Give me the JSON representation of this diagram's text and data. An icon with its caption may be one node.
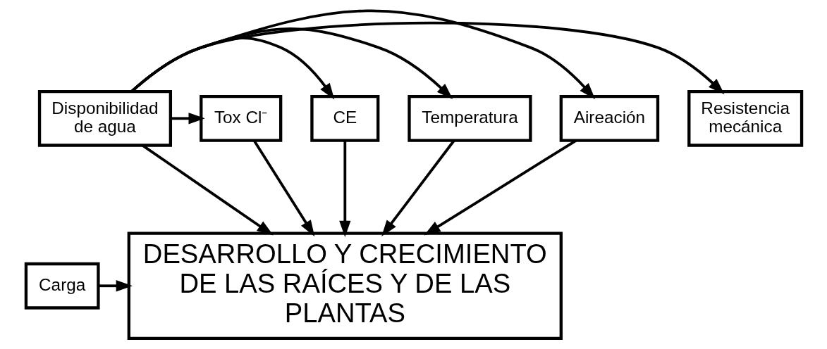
{
  "diagram": {
    "nodes": [
      {
        "text": [
          "Disponibilidad de agua"
        ]
      },
      {
        "text": [
          "Resistencia mecánica"
        ]
      },
      {
        "text": [
          "Aireación"
        ]
      },
      {
        "text": [
          "Temperatura"
        ]
      },
      {
        "text": [
          "CE"
        ]
      },
      {
        "text": [
          "Tox Cl⁻"
        ]
      },
      {
        "text": [
          "DESARROLLO Y CRECIMIENTO DE LAS RAÍCES Y DE LAS PLANTAS"
        ]
      },
      {
        "text": [
          "Carga"
        ]
      }
    ],
    "edges": [
      {
        "from": 0,
        "to": 6,
        "arrow": "to"
      },
      {
        "from": 2,
        "to": 6,
        "arrow": "to"
      },
      {
        "from": 3,
        "to": 6,
        "arrow": "to"
      },
      {
        "from": 4,
        "to": 6,
        "arrow": "to"
      },
      {
        "from": 5,
        "to": 6,
        "arrow": "to"
      },
      {
        "from": 0,
        "to": 1,
        "arrow": "to"
      },
      {
        "from": 0,
        "to": 2,
        "arrow": "to"
      },
      {
        "from": 0,
        "to": 3,
        "arrow": "to"
      },
      {
        "from": 0,
        "to": 4,
        "arrow": "to"
      },
      {
        "from": 0,
        "to": 5,
        "arrow": "to"
      },
      {
        "from": 7,
        "to": 6,
        "arrow": "to"
      }
    ]
  }
}
